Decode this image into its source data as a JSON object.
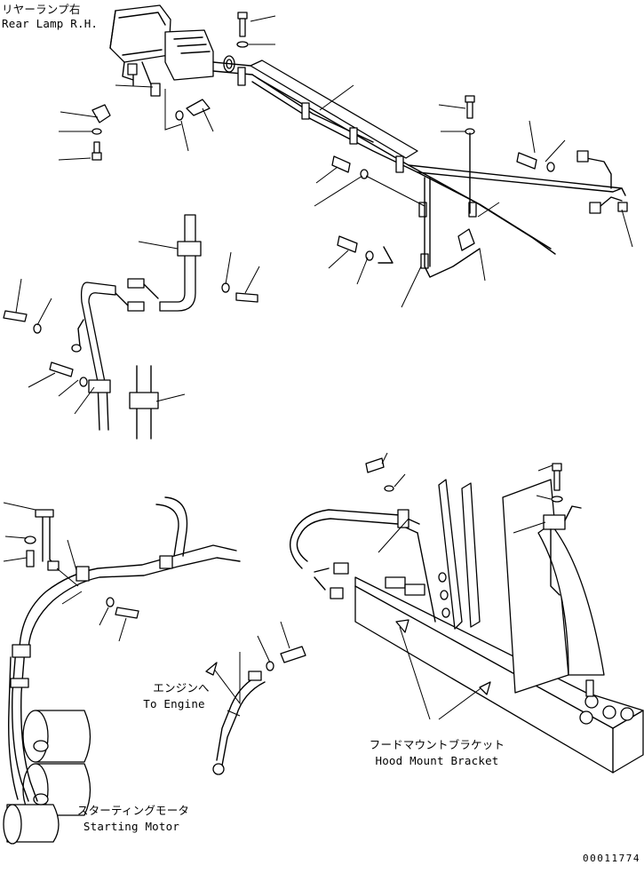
{
  "labels": {
    "rear_lamp_jp": "リヤーランプ右",
    "rear_lamp_en": "Rear Lamp R.H.",
    "to_engine_jp": "エンジンへ",
    "to_engine_en": "To Engine",
    "hood_bracket_jp": "フードマウントブラケット",
    "hood_bracket_en": "Hood Mount Bracket",
    "starting_motor_jp": "スターティングモータ",
    "starting_motor_en": "Starting Motor",
    "drawing_number": "00011774"
  }
}
